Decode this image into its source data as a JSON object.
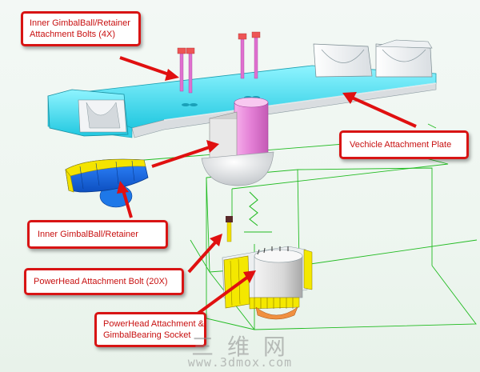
{
  "callouts": {
    "inner_bolts": {
      "line1": "Inner GimbalBall/Retainer",
      "line2": "Attachment Bolts (4X)"
    },
    "vehicle_plate": {
      "label": "Vechicle Attachment Plate"
    },
    "inner_retainer": {
      "label": "Inner GimbalBall/Retainer"
    },
    "powerhead_bolt": {
      "label": "PowerHead Attachment Bolt (20X)"
    },
    "powerhead_socket": {
      "line1": "PowerHead Attachment &",
      "line2": "GimbalBearing Socket"
    }
  },
  "watermark": {
    "glyphs": "三 维 网",
    "url": "www.3dmox.com"
  },
  "colors": {
    "callout_border": "#d81414",
    "callout_text": "#c81010",
    "arrow": "#e01010",
    "plate": "#40e0f0",
    "bolt": "#e070d0",
    "retainer": "#1565e0",
    "retainer_yellow": "#f0e000",
    "wireframe": "#22bb22",
    "dome": "#f0f0f0"
  }
}
